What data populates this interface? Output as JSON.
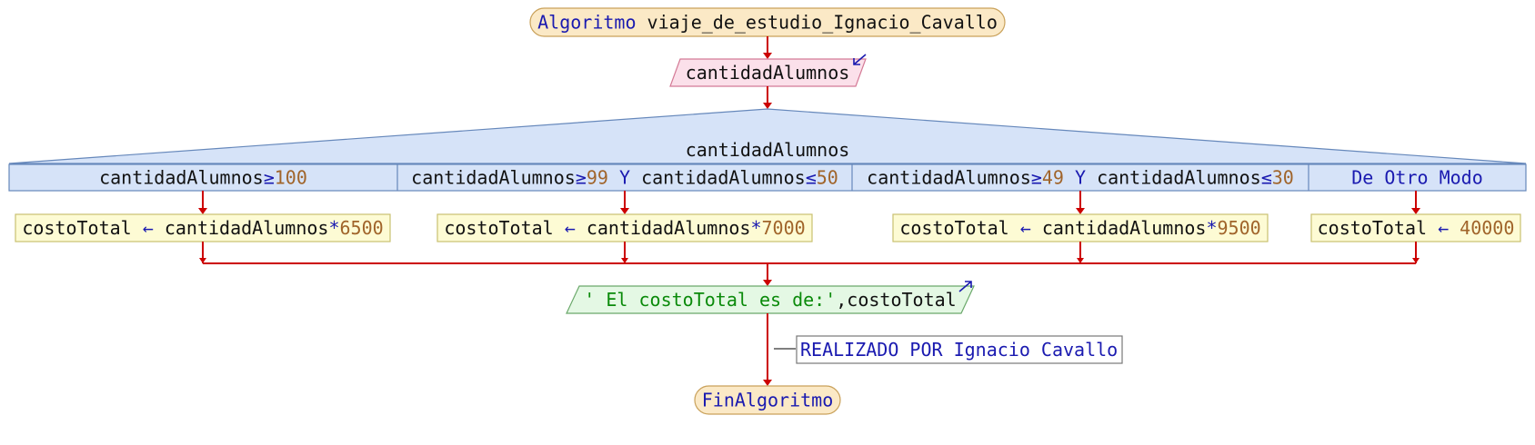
{
  "start": {
    "keyword": "Algoritmo",
    "name": "viaje_de_estudio_Ignacio_Cavallo"
  },
  "input": {
    "variable": "cantidadAlumnos"
  },
  "switch": {
    "variable": "cantidadAlumnos",
    "cases": [
      {
        "condition_parts": [
          {
            "text": "cantidadAlumnos",
            "kind": "var"
          },
          {
            "text": "≥",
            "kind": "op"
          },
          {
            "text": "100",
            "kind": "num"
          }
        ],
        "action_parts": [
          {
            "text": "costoTotal ",
            "kind": "var"
          },
          {
            "text": "←",
            "kind": "op"
          },
          {
            "text": " cantidadAlumnos",
            "kind": "var"
          },
          {
            "text": "*",
            "kind": "op"
          },
          {
            "text": "6500",
            "kind": "num"
          }
        ]
      },
      {
        "condition_parts": [
          {
            "text": "cantidadAlumnos",
            "kind": "var"
          },
          {
            "text": "≥",
            "kind": "op"
          },
          {
            "text": "99",
            "kind": "num"
          },
          {
            "text": " Y ",
            "kind": "kw"
          },
          {
            "text": "cantidadAlumnos",
            "kind": "var"
          },
          {
            "text": "≤",
            "kind": "op"
          },
          {
            "text": "50",
            "kind": "num"
          }
        ],
        "action_parts": [
          {
            "text": "costoTotal ",
            "kind": "var"
          },
          {
            "text": "←",
            "kind": "op"
          },
          {
            "text": " cantidadAlumnos",
            "kind": "var"
          },
          {
            "text": "*",
            "kind": "op"
          },
          {
            "text": "7000",
            "kind": "num"
          }
        ]
      },
      {
        "condition_parts": [
          {
            "text": "cantidadAlumnos",
            "kind": "var"
          },
          {
            "text": "≥",
            "kind": "op"
          },
          {
            "text": "49",
            "kind": "num"
          },
          {
            "text": " Y ",
            "kind": "kw"
          },
          {
            "text": "cantidadAlumnos",
            "kind": "var"
          },
          {
            "text": "≤",
            "kind": "op"
          },
          {
            "text": "30",
            "kind": "num"
          }
        ],
        "action_parts": [
          {
            "text": "costoTotal ",
            "kind": "var"
          },
          {
            "text": "←",
            "kind": "op"
          },
          {
            "text": " cantidadAlumnos",
            "kind": "var"
          },
          {
            "text": "*",
            "kind": "op"
          },
          {
            "text": "9500",
            "kind": "num"
          }
        ]
      },
      {
        "condition_parts": [
          {
            "text": "De Otro Modo",
            "kind": "kw"
          }
        ],
        "action_parts": [
          {
            "text": "costoTotal ",
            "kind": "var"
          },
          {
            "text": "←",
            "kind": "op"
          },
          {
            "text": " ",
            "kind": "var"
          },
          {
            "text": "40000",
            "kind": "num"
          }
        ]
      }
    ]
  },
  "output": {
    "parts": [
      {
        "text": "' El costoTotal es de:'",
        "kind": "str"
      },
      {
        "text": ",costoTotal",
        "kind": "var"
      }
    ]
  },
  "comment": {
    "text": "REALIZADO POR Ignacio Cavallo"
  },
  "end": {
    "keyword": "FinAlgoritmo"
  },
  "colors": {
    "wire": "#cc0000",
    "terminal_fill": "#fbe9c6",
    "terminal_stroke": "#c9a15a",
    "input_fill": "#fbe0ea",
    "input_stroke": "#d47a96",
    "switch_fill": "#d6e3f8",
    "switch_stroke": "#6688bb",
    "process_fill": "#fdfbd4",
    "process_stroke": "#c9c070",
    "output_fill": "#e4f8e4",
    "output_stroke": "#6aa86a",
    "comment_stroke": "#777777",
    "keyword": "#1a1ab0",
    "number": "#a0642a",
    "string": "#0a8a0a"
  }
}
